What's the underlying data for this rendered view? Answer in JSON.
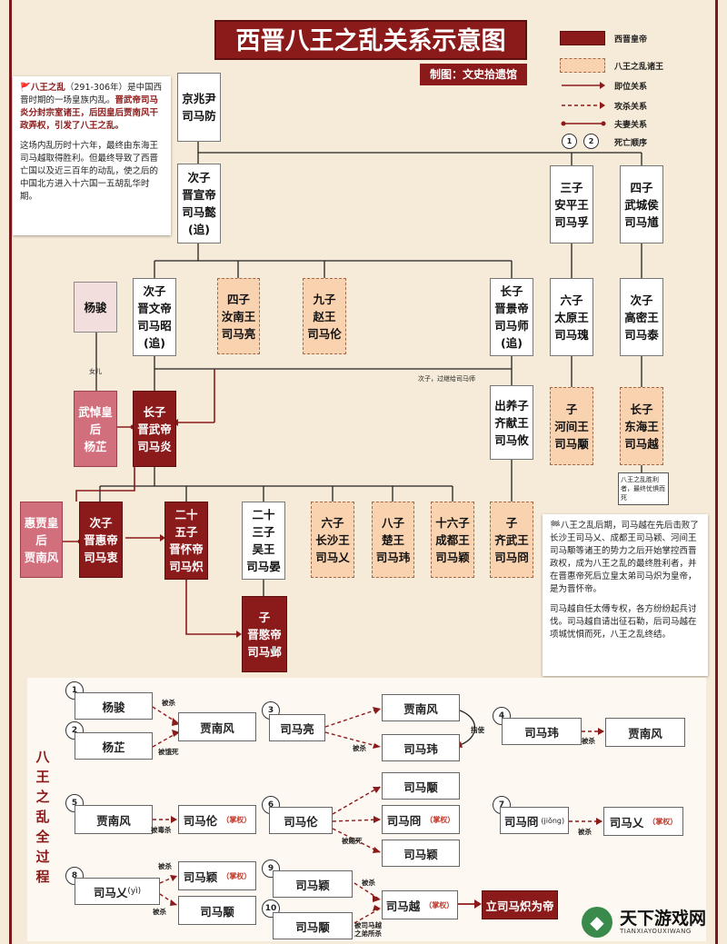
{
  "title": "西晋八王之乱关系示意图",
  "credit": "制图：文史拾遗馆",
  "legend": [
    {
      "label": "西晋皇帝",
      "kind": "emperor"
    },
    {
      "label": "八王之乱诸王",
      "kind": "prince"
    },
    {
      "label": "即位关系",
      "kind": "succession"
    },
    {
      "label": "攻杀关系",
      "kind": "attack"
    },
    {
      "label": "夫妻关系",
      "kind": "marriage"
    },
    {
      "label": "死亡顺序",
      "kind": "order",
      "n1": "1",
      "n2": "2"
    }
  ],
  "intro": {
    "flag": "🚩",
    "heading": "八王之乱",
    "years": "（291-306年）",
    "p1": "是中国西晋时期的一场皇族内乱。",
    "p1b": "晋武帝司马炎分封宗室诸王，后因皇后贾南风干政弄权，引发了八王之乱。",
    "p2": "这场内乱历时十六年，最终由东海王司马越取得胜利。但最终导致了西晋亡国以及近三百年的动乱，使之后的中国北方进入十六国一五胡乱华时期。"
  },
  "tree": {
    "jingzhao": "京兆尹\n司马防",
    "yi": "次子\n晋宣帝\n司马懿\n(追)",
    "fu": "三子\n安平王\n司马孚",
    "kui": "四子\n武城侯\n司马馗",
    "zhao": "次子\n晋文帝\n司马昭\n(追)",
    "liang": "四子\n汝南王\n司马亮",
    "lun": "九子\n赵王\n司马伦",
    "shi": "长子\n晋景帝\n司马师\n(追)",
    "gui": "六子\n太原王\n司马瑰",
    "tai": "次子\n高密王\n司马泰",
    "yangjun": "杨骏",
    "daughter": "女儿",
    "yangzhi": "武悼皇后\n杨芷",
    "yan": "长子\n晋武帝\n司马炎",
    "adopt_note": "次子，过继给司马师",
    "you": "出养子\n齐献王\n司马攸",
    "yong": "子\n河间王\n司马颙",
    "yue": "长子\n东海王\n司马越",
    "yue_note": "八王之乱胜利者，最终忧惧而死",
    "jia": "惠贾皇后\n贾南风",
    "zhong": "次子\n晋惠帝\n司马衷",
    "chi": "二十\n五子\n晋怀帝\n司马炽",
    "yan2": "二十\n三子\n吴王\n司马晏",
    "ai": "六子\n长沙王\n司马乂",
    "wei": "八子\n楚王\n司马玮",
    "ying": "十六子\n成都王\n司马颖",
    "jiong": "子\n齐武王\n司马冏",
    "ye": "子\n晋愍帝\n司马邺"
  },
  "outro": {
    "flag": "🏁",
    "p1": "八王之乱后期，司马越在先后击败了长沙王司马乂、成都王司马颖、河间王司马颙等诸王的势力之后开始掌控西晋政权，成为八王之乱的最终胜利者，并在晋惠帝死后立皇太弟司马炽为皇帝，是为晋怀帝。",
    "p2": "司马越自任太傅专权，各方纷纷起兵讨伐。司马越自请出征石勒，后司马越在项城忧惧而死，八王之乱终结。"
  },
  "process": {
    "vertical_title": "八王之乱全过程",
    "tag": "（掌权）",
    "steps": [
      "1",
      "2",
      "3",
      "4",
      "5",
      "6",
      "7",
      "8",
      "9",
      "10"
    ],
    "s1": {
      "a": "杨骏",
      "b": "杨芷",
      "target": "贾南风",
      "la": "被杀",
      "lb": "被饿死"
    },
    "s3": {
      "a": "司马亮",
      "b1": "贾南风",
      "b2": "司马玮",
      "la": "被杀",
      "lb": "指使"
    },
    "s4": {
      "a": "司马玮",
      "target": "贾南风",
      "la": "被杀"
    },
    "s5": {
      "a": "贾南风",
      "target": "司马伦",
      "la": "被毒杀"
    },
    "s6": {
      "a": "司马伦",
      "b1": "司马颙",
      "b2": "司马冏",
      "b3": "司马颖",
      "la": "被赐死"
    },
    "s7": {
      "a": "司马冏",
      "pron": "(jiǒng)",
      "target": "司马乂",
      "la": "被杀"
    },
    "s8": {
      "a": "司马乂",
      "pron": "(yì)",
      "b1": "司马颖",
      "b2": "司马颙",
      "la": "被杀",
      "lb": "被杀"
    },
    "s9": {
      "a": "司马颖",
      "la": "被杀"
    },
    "s10": {
      "a": "司马颙",
      "la": "被司马越之弟所杀"
    },
    "final": {
      "a": "司马越",
      "b": "立司马炽为帝"
    }
  },
  "logo": {
    "cn": "天下游戏网",
    "en": "TIANXIAYOUXIWANG",
    "glyph": "◆"
  },
  "colors": {
    "emperor": "#8b1a1a",
    "prince": "#f9d3b0",
    "empress": "#d16f7d",
    "background": "#f6ead8"
  }
}
